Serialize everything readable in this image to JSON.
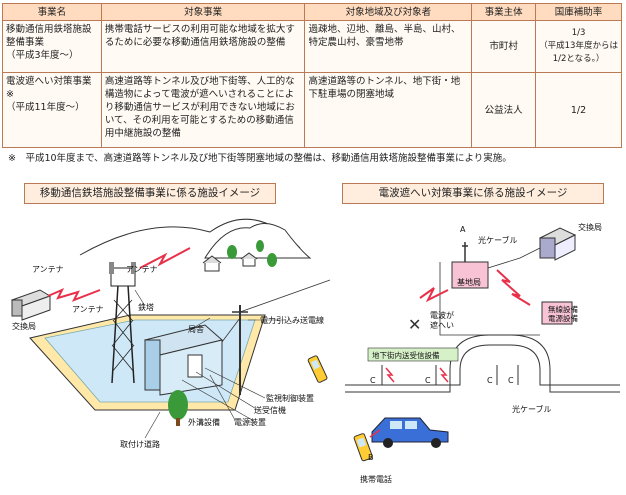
{
  "table": {
    "headers": [
      "事業名",
      "対象事業",
      "対象地域及び対象者",
      "事業主体",
      "国庫補助率"
    ],
    "rows": [
      {
        "name": "移動通信用鉄塔施設整備事業\n（平成3年度～）",
        "project": "携帯電話サービスの利用可能な地域を拡大するために必要な移動通信用鉄塔施設の整備",
        "area": "過疎地、辺地、離島、半島、山村、特定農山村、豪雪地帯",
        "entity": "市町村",
        "rate": "1/3\n（平成13年度からは1/2となる。）"
      },
      {
        "name": "電波遮へい対策事業※\n（平成11年度～）",
        "project": "高速道路等トンネル及び地下街等、人工的な構造物によって電波が遮へいされることにより移動通信サービスが利用できない地域において、その利用を可能とするための移動通信用中継施設の整備",
        "area": "高速道路等のトンネル、地下街・地下駐車場の閉塞地域",
        "entity": "公益法人",
        "rate": "1/2"
      }
    ]
  },
  "note": "※　平成10年度まで、高速道路等トンネル及び地下街等閉塞地域の整備は、移動通信用鉄塔施設整備事業により実施。",
  "left": {
    "title": "移動通信鉄塔施設整備事業に係る施設イメージ",
    "labels": {
      "antenna1": "アンテナ",
      "antenna2": "アンテナ",
      "antenna3": "アンテナ",
      "exchange": "交換局",
      "tower": "鉄塔",
      "station": "局舎",
      "power_line": "電力引込み送電線",
      "monitor": "監視制御装置",
      "transmitter": "送受信機",
      "power": "電源装置",
      "outdoor": "外溝設備",
      "road": "取付け道路"
    }
  },
  "right": {
    "title": "電波遮へい対策事業に係る施設イメージ",
    "labels": {
      "a": "A",
      "cable_top": "光ケーブル",
      "exchange": "交換局",
      "base": "基地局",
      "radio1": "無線設備",
      "radio2": "電源設備",
      "blocked1": "電波が",
      "blocked2": "遮へい",
      "underground": "地下街内送受信設備",
      "c1": "C",
      "c2": "C",
      "c3": "C",
      "c4": "C",
      "cable_bottom": "光ケーブル",
      "b": "B",
      "phone": "携帯電話"
    }
  },
  "colors": {
    "header_bg": "#ffdcc0",
    "border": "#b97a55",
    "ground": "#ffe8a8",
    "building": "#a9cfe8",
    "green_label": "#d6f0c8",
    "pink": "#f7c3d5",
    "car": "#3a6fd8",
    "wave": "#e8304a"
  }
}
